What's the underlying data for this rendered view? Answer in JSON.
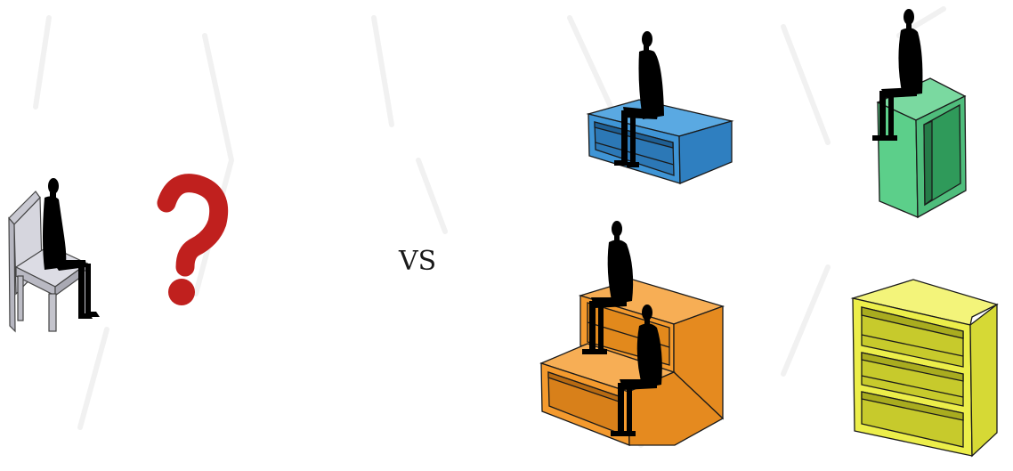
{
  "comparison": {
    "separator_label": "VS"
  },
  "left_side": {
    "figure": "person-seated-on-chair",
    "symbol": "question-mark-icon"
  },
  "right_side": {
    "items": [
      {
        "object": "blue-box-bench",
        "occupants": 1
      },
      {
        "object": "green-upright-box",
        "occupants": 1
      },
      {
        "object": "orange-step-box",
        "occupants": 2
      },
      {
        "object": "yellow-shelf-unit",
        "occupants": 0
      }
    ]
  },
  "colors": {
    "chair": "#d4d4dc",
    "question_mark": "#c0201e",
    "blue_box": "#3f95d6",
    "green_box": "#5ccf8a",
    "orange_box": "#f49a2e",
    "yellow_box": "#ecee4a",
    "silhouette": "#000000",
    "outline": "#1a1a1a"
  }
}
